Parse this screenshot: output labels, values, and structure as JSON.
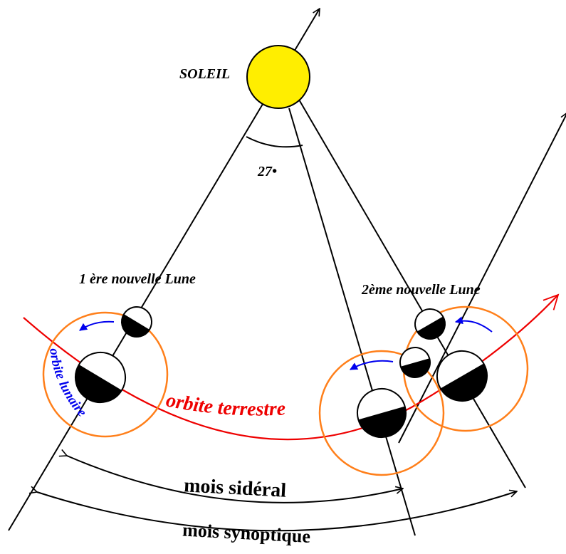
{
  "labels": {
    "sun": "SOLEIL",
    "angle": "27•",
    "first_new_moon": "1 ère nouvelle Lune",
    "second_new_moon": "2ème nouvelle Lune",
    "earth_orbit": "orbite terrestre",
    "lunar_orbit": "orbite lunaire",
    "sidereal_month": "mois sidéral",
    "synodic_month": "mois synoptique"
  },
  "colors": {
    "sun_fill": "#ffee00",
    "earth_orbit": "#ee0000",
    "lunar_orbit": "#ff7f1a",
    "lunar_orbit_label": "#0000ee",
    "motion_arrows": "#0000ee",
    "lines": "#000000"
  }
}
